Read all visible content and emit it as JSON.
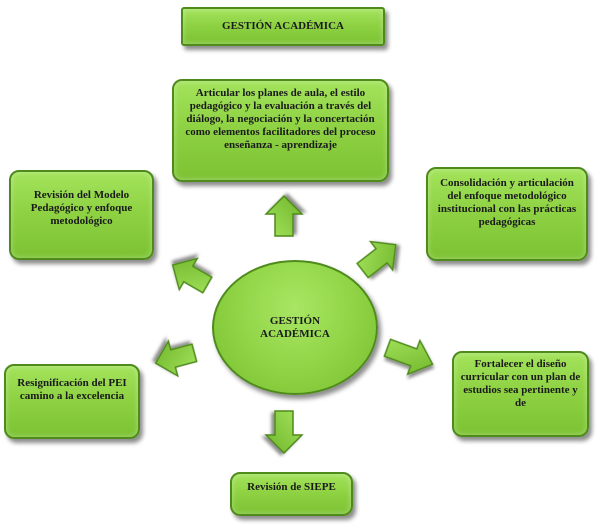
{
  "title": "GESTIÓN ACADÉMICA",
  "center": "GESTIÓN ACADÉMICA",
  "nodes": {
    "top": "Articular los planes de aula, el estilo pedagógico y la evaluación a través del diálogo, la negociación y la concertación como elementos facilitadores del proceso enseñanza - aprendizaje",
    "left": "Revisión del Modelo Pedagógico y enfoque metodológico",
    "right_top": "Consolidación y articulación del enfoque metodológico institucional con las prácticas pedagógicas",
    "left_bottom": "Resignificación del PEI camino a la excelencia",
    "right_bottom": "Fortalecer el diseño curricular con un plan de estudios sea pertinente y de",
    "bottom": "Revisión de SIEPE"
  },
  "colors": {
    "fill": "#8fd344",
    "border": "#4f8a1d",
    "text": "#1a1a1a"
  }
}
